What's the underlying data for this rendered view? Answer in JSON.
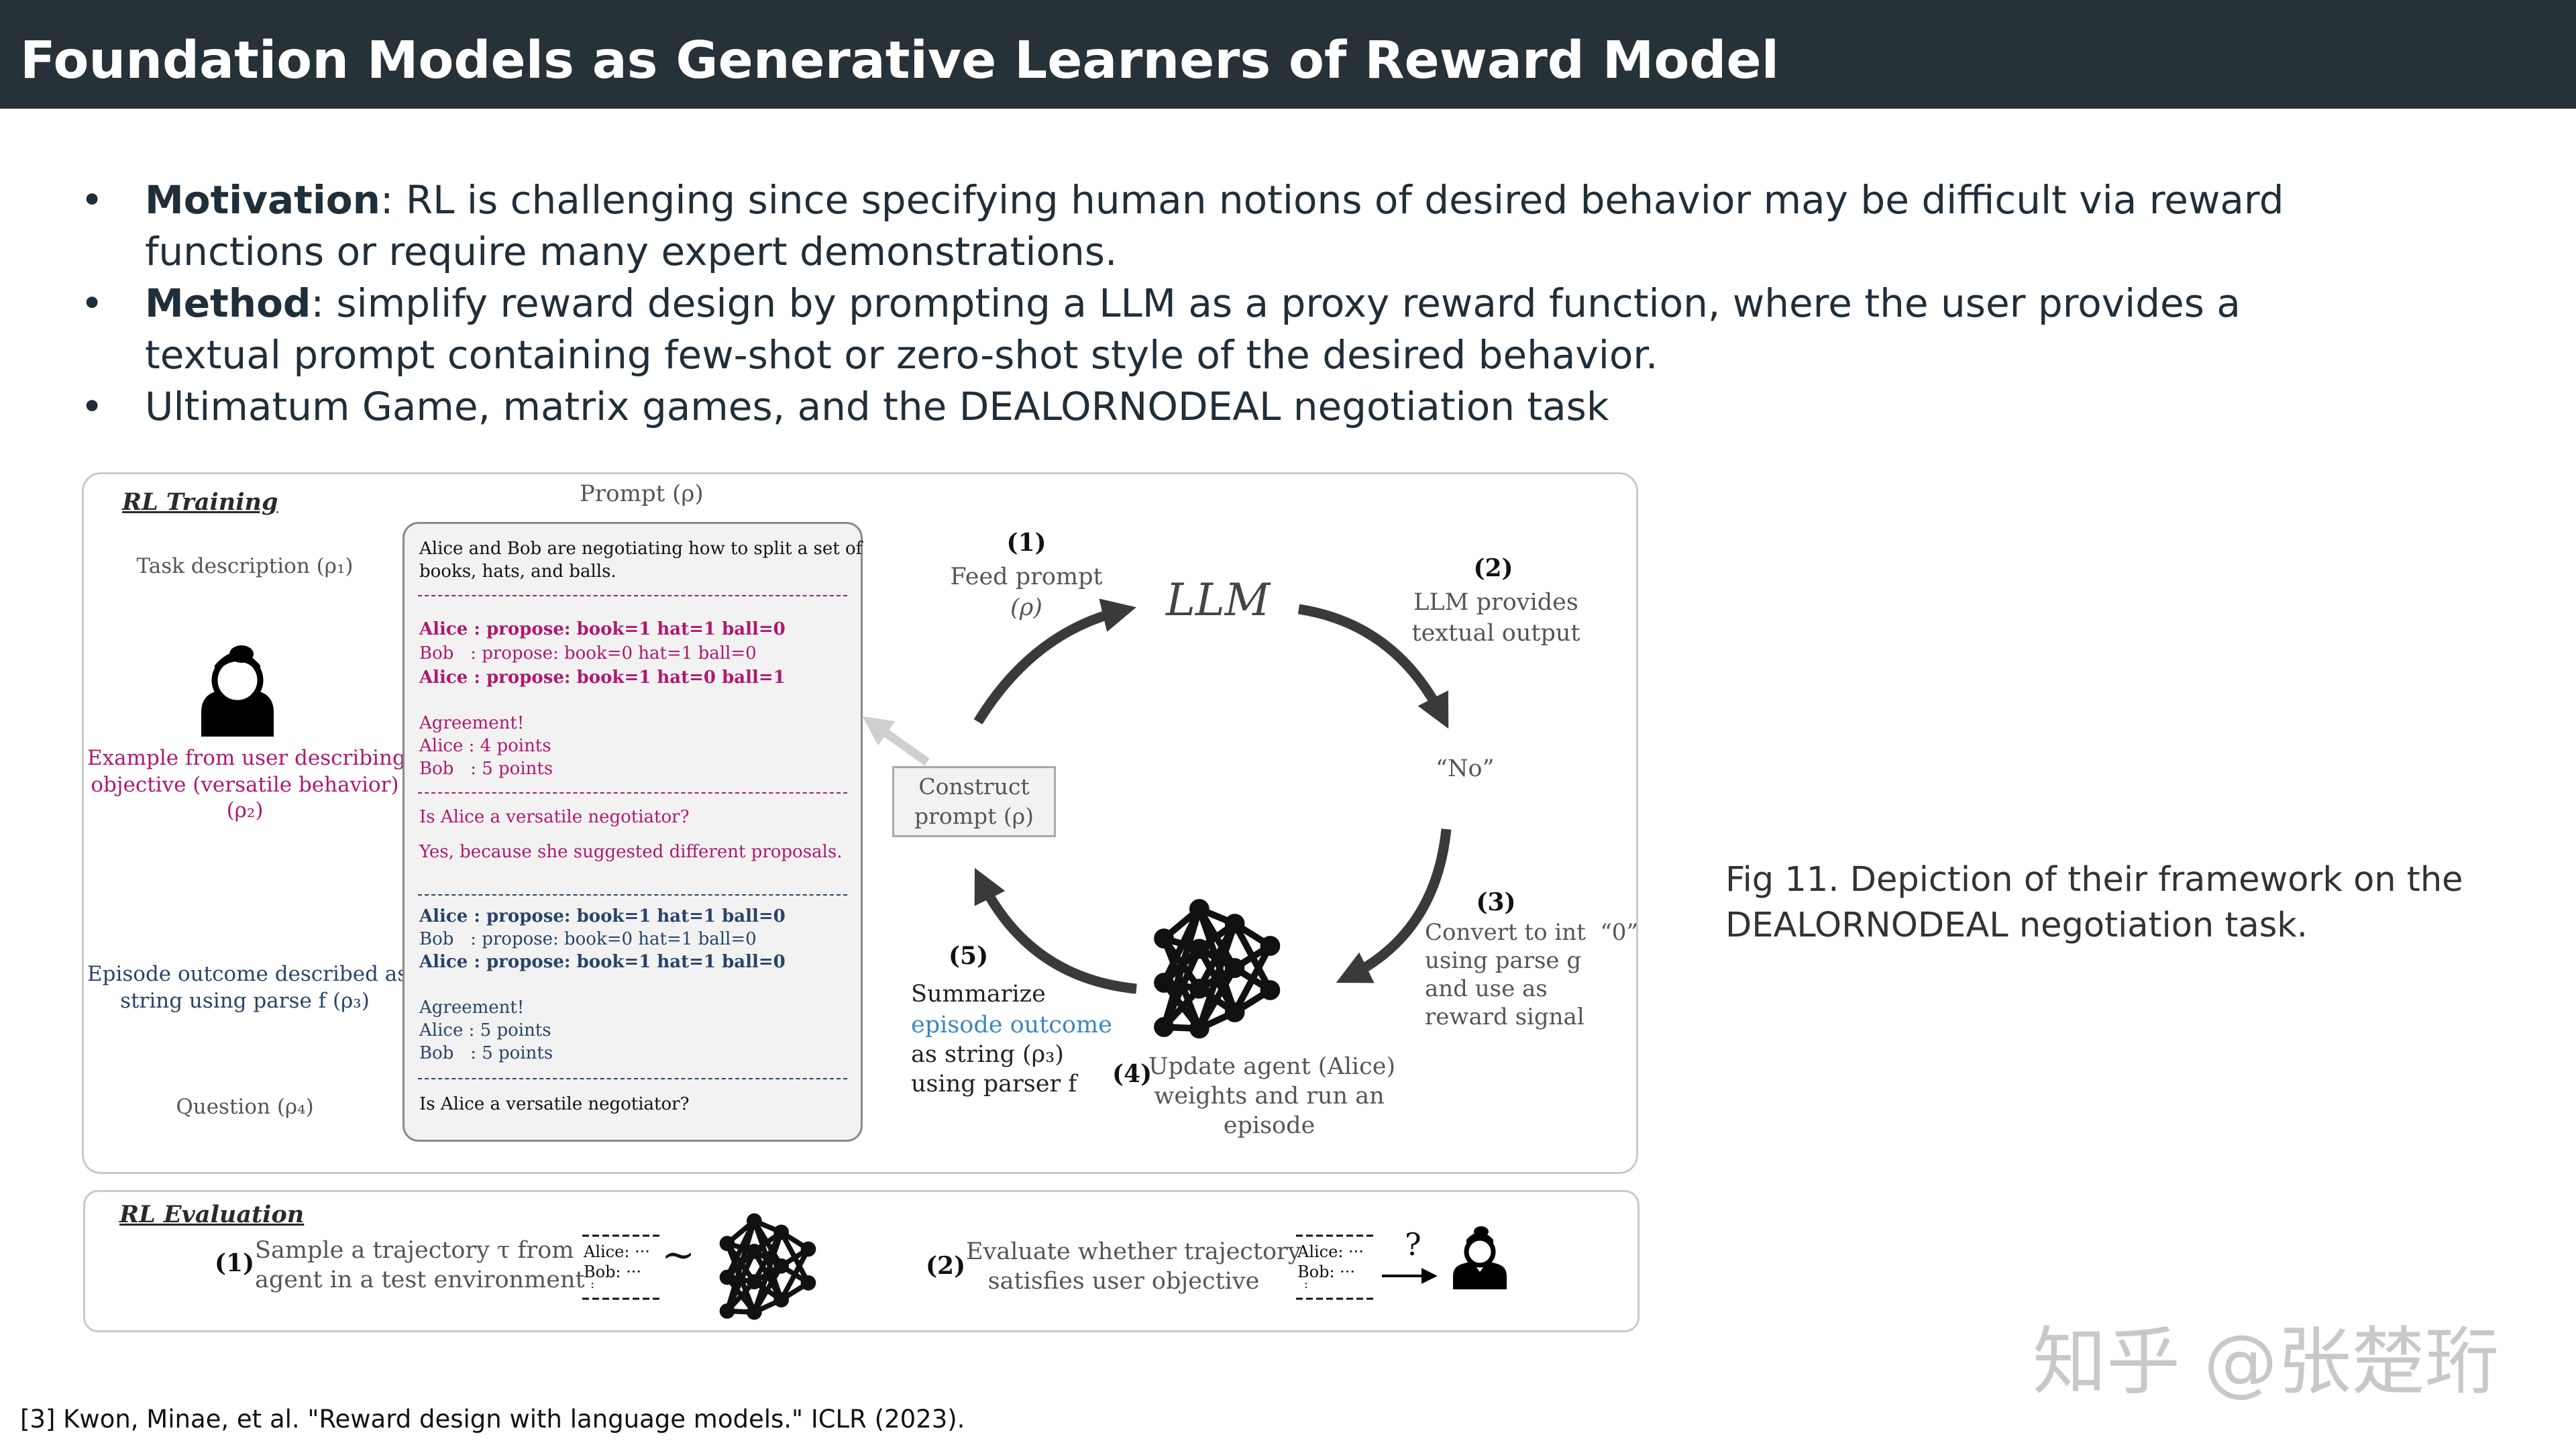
{
  "header": {
    "title": "Foundation Models as Generative Learners of Reward Model"
  },
  "bullets": [
    {
      "term": "Motivation",
      "text": ": RL is challenging since specifying human notions of desired behavior may be difficult via reward functions or require many expert demonstrations."
    },
    {
      "term": "Method",
      "text": ": simplify reward design by prompting a LLM as a proxy reward function, where the user provides a textual prompt containing few-shot or zero-shot style of the desired behavior."
    },
    {
      "term": "",
      "text": "Ultimatum Game, matrix games, and the DEALORNODEAL negotiation task"
    }
  ],
  "bullet_symbol": "•",
  "figure": {
    "training": {
      "title": "RL Training",
      "prompt_title": "Prompt (ρ)",
      "left_labels": {
        "task": "Task description (ρ₁)",
        "example_1": "Example from user describing",
        "example_2": "objective (versatile behavior)",
        "example_3": "(ρ₂)",
        "episode_1": "Episode outcome described as",
        "episode_2": "string using parse f (ρ₃)",
        "question": "Question (ρ₄)"
      },
      "prompt_lines": {
        "task_1": "Alice and Bob are negotiating how to split a set of",
        "task_2": "books, hats, and balls.",
        "ex_alice_1": "Alice : propose: book=1 hat=1 ball=0",
        "ex_bob": "Bob   : propose: book=0 hat=1 ball=0",
        "ex_alice_2": "Alice : propose: book=1 hat=0 ball=1",
        "ex_agree": "Agreement!",
        "ex_alice_pts": "Alice : 4 points",
        "ex_bob_pts": "Bob   : 5 points",
        "ex_question": "Is Alice a versatile negotiator?",
        "ex_answer": "Yes, because she suggested different proposals.",
        "ep_alice_1": "Alice : propose: book=1 hat=1 ball=0",
        "ep_bob": "Bob   : propose: book=0 hat=1 ball=0",
        "ep_alice_2": "Alice : propose: book=1 hat=1 ball=0",
        "ep_agree": "Agreement!",
        "ep_alice_pts": "Alice : 5 points",
        "ep_bob_pts": "Bob   : 5 points",
        "question": "Is Alice a versatile negotiator?"
      },
      "construct": {
        "line1": "Construct",
        "line2": "prompt (ρ)"
      },
      "llm": "LLM",
      "step1": {
        "num": "(1)",
        "line1": "Feed prompt",
        "line2": "(ρ)"
      },
      "step2": {
        "num": "(2)",
        "line1": "LLM provides",
        "line2": "textual output"
      },
      "output": "“No”",
      "step3": {
        "num": "(3)",
        "line1": "Convert to int  “0”",
        "line2": "using parse g",
        "line3": "and use as",
        "line4": "reward signal"
      },
      "step4": {
        "num": "(4)",
        "line1": "Update agent (Alice)",
        "line2": "weights and run an",
        "line3": "episode"
      },
      "step5": {
        "num": "(5)",
        "line1": "Summarize",
        "line2": "episode outcome",
        "line3": "as string (ρ₃)",
        "line4": "using parser f"
      }
    },
    "evaluation": {
      "title": "RL Evaluation",
      "step1": {
        "num": "(1)",
        "line1": "Sample a trajectory τ from",
        "line2": "agent in a test environment"
      },
      "traj_alice": "Alice:  ···",
      "traj_bob": "Bob:  ···",
      "traj_more": ":",
      "tilde": "~",
      "step2": {
        "num": "(2)",
        "line1": "Evaluate whether trajectory",
        "line2": "satisfies user objective"
      },
      "question_mark": "?"
    }
  },
  "caption": "Fig 11. Depiction of their framework on the DEALORNODEAL negotiation task.",
  "footer": "[3] Kwon, Minae, et al. \"Reward design with language models.\" ICLR (2023).",
  "watermark": "知乎 @张楚珩",
  "colors": {
    "header_bg": "#263238",
    "magenta": "#b0186e",
    "navy": "#27446a",
    "blue": "#3c86bd"
  }
}
